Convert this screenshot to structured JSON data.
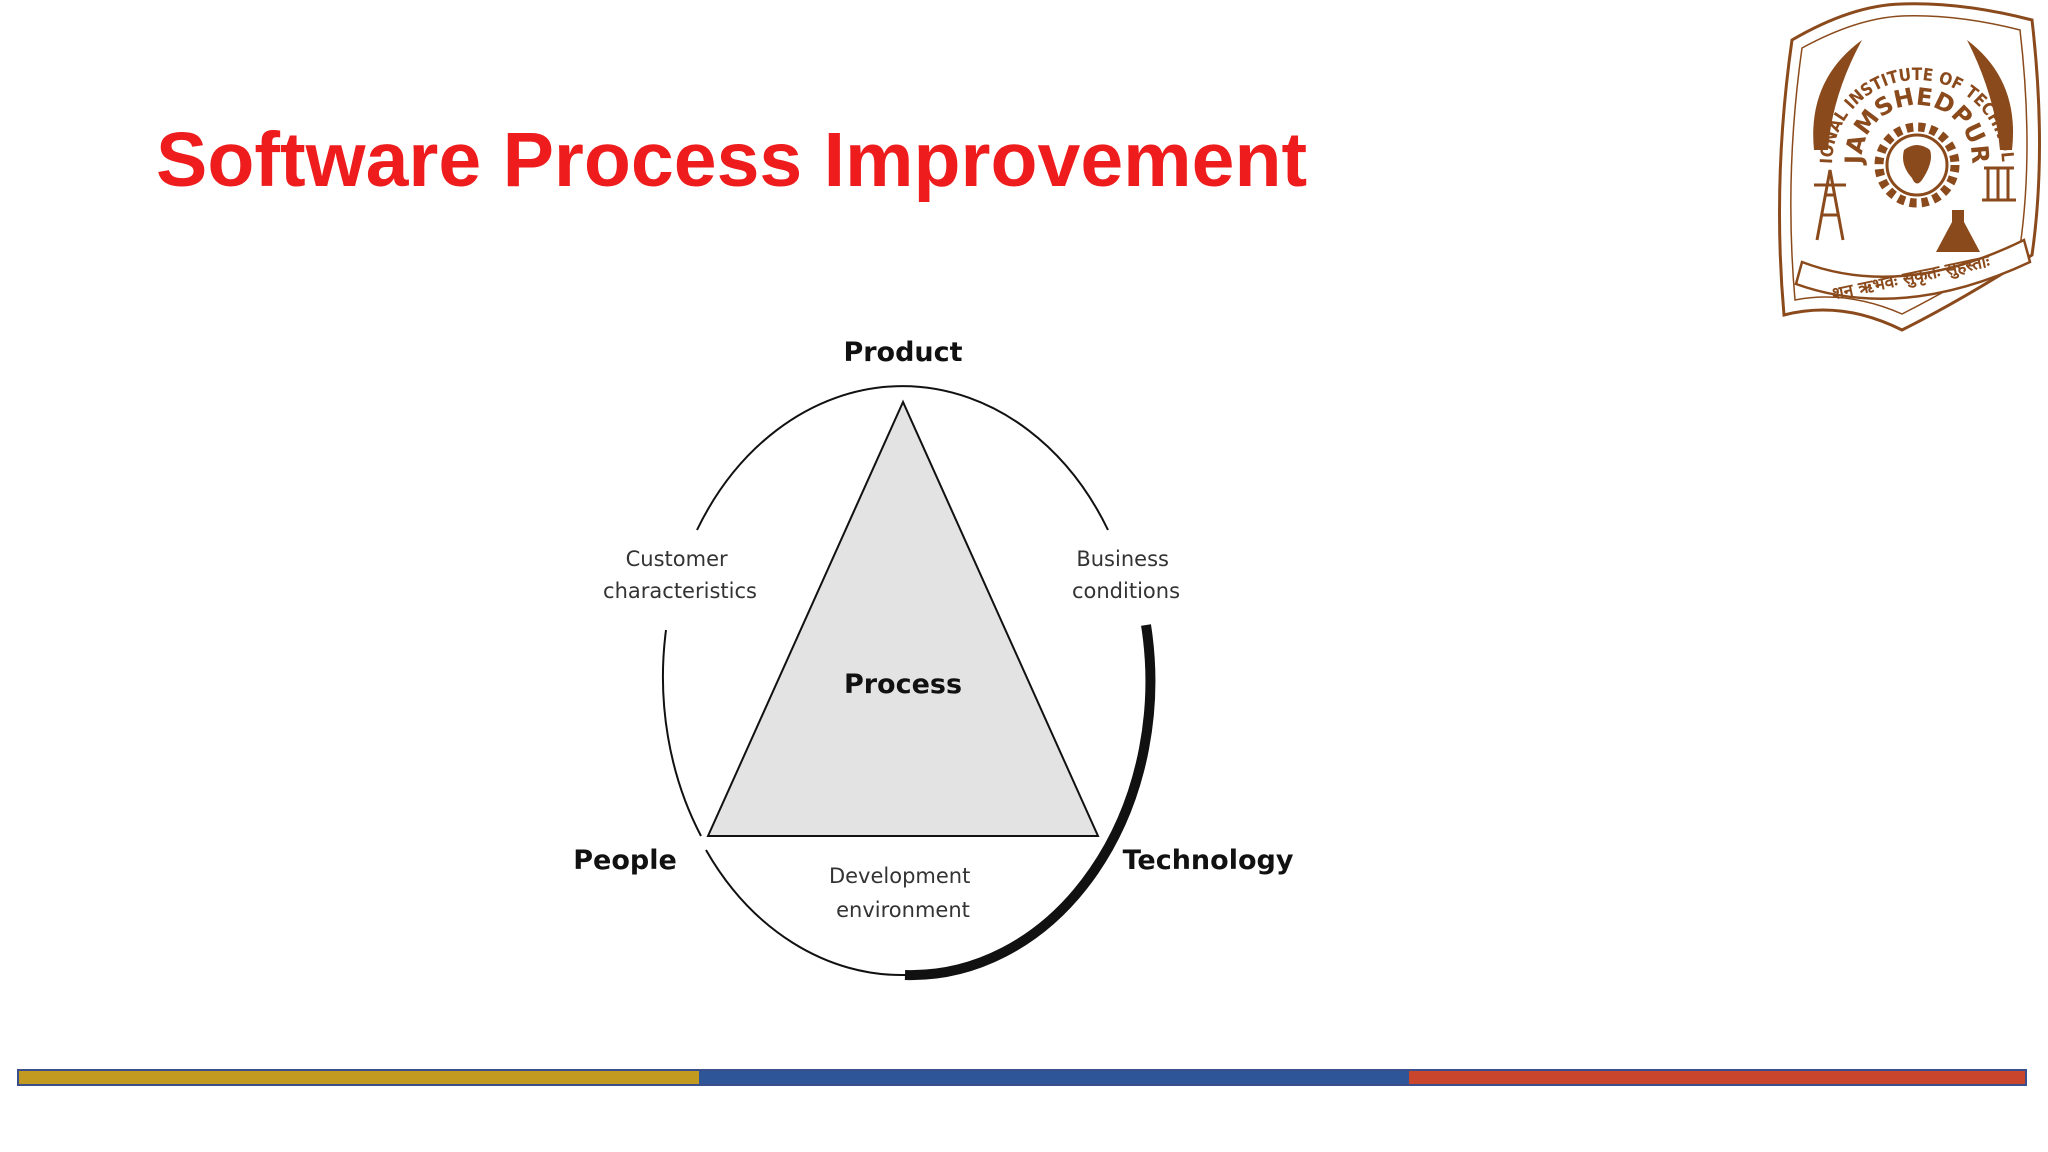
{
  "slide": {
    "title": "Software Process Improvement"
  },
  "logo": {
    "text_top": "NATIONAL INSTITUTE OF TECHNOLOGY",
    "text_mid": "JAMSHEDPUR",
    "motto": "शन ऋभवः सुकृतः सुहस्ताः",
    "color": "#8b4a1c"
  },
  "diagram": {
    "center_label": "Process",
    "vertices": {
      "top": "Product",
      "left": "People",
      "right": "Technology"
    },
    "edges": {
      "left": [
        "Customer",
        "characteristics"
      ],
      "right": [
        "Business",
        "conditions"
      ],
      "bottom": [
        "Development",
        "environment"
      ]
    },
    "triangle_fill": "#e3e3e3"
  },
  "footer": {
    "segments": [
      {
        "color": "#c29a1f"
      },
      {
        "color": "#2e5597"
      },
      {
        "color": "#c9452c"
      }
    ]
  }
}
